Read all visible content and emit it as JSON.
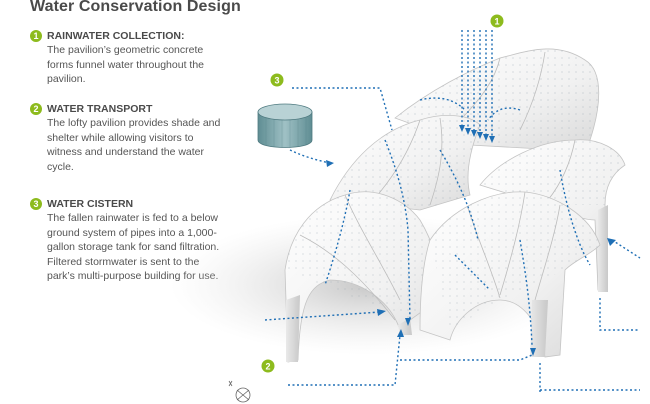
{
  "title": "Water Conservation Design",
  "legend": [
    {
      "number": "1",
      "heading": "RAINWATER COLLECTION:",
      "text": "The pavilion’s geometric concrete forms funnel water throughout the pavilion."
    },
    {
      "number": "2",
      "heading": "WATER TRANSPORT",
      "text": "The lofty pavilion provides shade and shelter while allowing visitors to witness and understand the water cycle."
    },
    {
      "number": "3",
      "heading": "WATER CISTERN",
      "text": "The fallen rainwater is fed to a below ground system of pipes into a 1,000-gallon storage tank for sand filtration. Filtered stormwater is sent to the park’s multi-purpose building for use."
    }
  ],
  "markers": {
    "collection": "1",
    "cistern": "3",
    "transport": "2"
  },
  "colors": {
    "accent": "#8dbb1d",
    "arrow": "#1f6fb5",
    "shell": "#f2f2f2",
    "shell_shade": "#cfcfcf",
    "tank": "#7fa3a8"
  },
  "icons": {
    "north": "north-arrow-icon"
  }
}
